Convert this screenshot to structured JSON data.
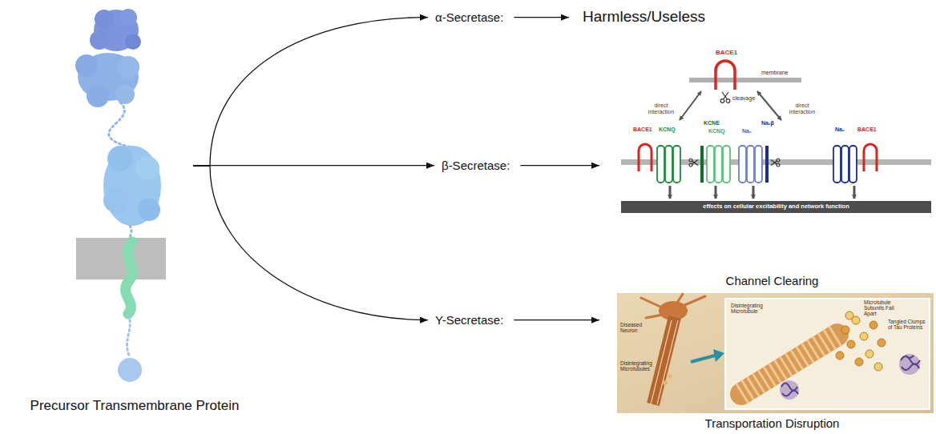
{
  "diagram": {
    "nodes": [
      {
        "text": [
          "Precursor Transmembrane Protein"
        ]
      },
      {
        "text": [
          "α-Secretase:"
        ]
      },
      {
        "text": [
          "Harmless/Useless"
        ]
      },
      {
        "text": [
          "β-Secretase:"
        ]
      },
      {
        "text": [
          "Channel Clearing"
        ]
      },
      {
        "text": [
          "Υ-Secretase:"
        ]
      },
      {
        "text": [
          "Transportation Disruption"
        ]
      }
    ],
    "edges": [
      {
        "from": 0,
        "to": 1,
        "arrow": "to"
      },
      {
        "from": 1,
        "to": 2,
        "arrow": "to"
      },
      {
        "from": 0,
        "to": 3,
        "arrow": "to"
      },
      {
        "from": 3,
        "to": 4,
        "arrow": "to"
      },
      {
        "from": 0,
        "to": 5,
        "arrow": "to"
      },
      {
        "from": 5,
        "to": 6,
        "arrow": "to"
      }
    ],
    "labels": [
      "BACE1",
      "membrane",
      "cleavage",
      "direct interaction",
      "direct interaction",
      "BACE1",
      "KCNQ",
      "KCNE",
      "KCNQ",
      "Naᵥβ",
      "Naᵥ",
      "Naᵥ",
      "BACE1",
      "effects on cellular excitability and network function",
      "Diseased Neuron",
      "Disintegrating Microtubules",
      "Disintegrating Microtubule",
      "Microtubule Subunits Fall Apart",
      "Tangled Clumps of Tau Proteins"
    ]
  }
}
